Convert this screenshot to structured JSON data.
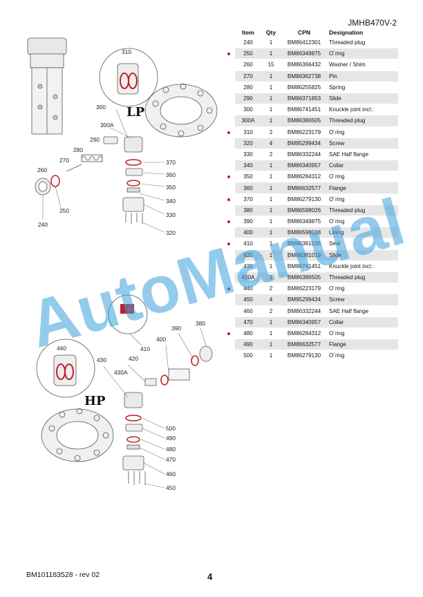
{
  "doc_id": "JMHB470V-2",
  "table": {
    "headers": [
      "Item",
      "Qty",
      "CPN",
      "Designation"
    ],
    "rows": [
      {
        "item": "240",
        "qty": "1",
        "cpn": "BM86412301",
        "designation": "Threaded plug",
        "marked": false
      },
      {
        "item": "250",
        "qty": "1",
        "cpn": "BM86349875",
        "designation": "O´ring",
        "marked": true
      },
      {
        "item": "260",
        "qty": "15",
        "cpn": "BM86366432",
        "designation": "Washer / Shim",
        "marked": false
      },
      {
        "item": "270",
        "qty": "1",
        "cpn": "BM86362738",
        "designation": "Pin",
        "marked": false
      },
      {
        "item": "280",
        "qty": "1",
        "cpn": "BM86255825",
        "designation": "Spring",
        "marked": false
      },
      {
        "item": "290",
        "qty": "1",
        "cpn": "BM86371853",
        "designation": "Slide",
        "marked": false
      },
      {
        "item": "300",
        "qty": "1",
        "cpn": "BM86741451",
        "designation": "Knuckle joint incl.:",
        "marked": false
      },
      {
        "item": "300A",
        "qty": "1",
        "cpn": "BM86386505",
        "designation": "Threaded plug",
        "marked": false
      },
      {
        "item": "310",
        "qty": "2",
        "cpn": "BM86223179",
        "designation": "O´ring",
        "marked": true
      },
      {
        "item": "320",
        "qty": "4",
        "cpn": "BM95299434",
        "designation": "Screw",
        "marked": false
      },
      {
        "item": "330",
        "qty": "2",
        "cpn": "BM86332244",
        "designation": "SAE Half flange",
        "marked": false
      },
      {
        "item": "340",
        "qty": "1",
        "cpn": "BM86340957",
        "designation": "Collar",
        "marked": false
      },
      {
        "item": "350",
        "qty": "1",
        "cpn": "BM86284312",
        "designation": "O´ring",
        "marked": true
      },
      {
        "item": "360",
        "qty": "1",
        "cpn": "BM86632577",
        "designation": "Flange",
        "marked": false
      },
      {
        "item": "370",
        "qty": "1",
        "cpn": "BM86279130",
        "designation": "O´ring",
        "marked": true
      },
      {
        "item": "380",
        "qty": "1",
        "cpn": "BM86598026",
        "designation": "Threaded plug",
        "marked": false
      },
      {
        "item": "390",
        "qty": "1",
        "cpn": "BM86349875",
        "designation": "O´ring",
        "marked": true
      },
      {
        "item": "400",
        "qty": "1",
        "cpn": "BM86598018",
        "designation": "Lining",
        "marked": false
      },
      {
        "item": "410",
        "qty": "1",
        "cpn": "BM86381035",
        "designation": "Seal",
        "marked": true
      },
      {
        "item": "420",
        "qty": "1",
        "cpn": "BM86381019",
        "designation": "Slide",
        "marked": false
      },
      {
        "item": "430",
        "qty": "1",
        "cpn": "BM86741451",
        "designation": "Knuckle joint incl.:",
        "marked": false
      },
      {
        "item": "430A",
        "qty": "1",
        "cpn": "BM86386505",
        "designation": "Threaded plug",
        "marked": false
      },
      {
        "item": "440",
        "qty": "2",
        "cpn": "BM86223179",
        "designation": "O´ring",
        "marked": true
      },
      {
        "item": "450",
        "qty": "4",
        "cpn": "BM95299434",
        "designation": "Screw",
        "marked": false
      },
      {
        "item": "460",
        "qty": "2",
        "cpn": "BM86332244",
        "designation": "SAE Half flange",
        "marked": false
      },
      {
        "item": "470",
        "qty": "1",
        "cpn": "BM86340957",
        "designation": "Collar",
        "marked": false
      },
      {
        "item": "480",
        "qty": "1",
        "cpn": "BM86284312",
        "designation": "O´ring",
        "marked": true
      },
      {
        "item": "490",
        "qty": "1",
        "cpn": "BM86632577",
        "designation": "Flange",
        "marked": false
      },
      {
        "item": "500",
        "qty": "1",
        "cpn": "BM86279130",
        "designation": "O´ring",
        "marked": false
      }
    ]
  },
  "drawing": {
    "lp_label": "LP",
    "hp_label": "HP",
    "callouts_lp": [
      "310",
      "300",
      "300A",
      "290",
      "280",
      "270",
      "260",
      "250",
      "240",
      "370",
      "360",
      "350",
      "340",
      "330",
      "320"
    ],
    "callouts_hp": [
      "440",
      "430",
      "430A",
      "420",
      "410",
      "400",
      "390",
      "380",
      "500",
      "490",
      "480",
      "470",
      "460",
      "450"
    ]
  },
  "watermark": "AutoManual",
  "footer": {
    "doc_ref": "BM101183528 - rev 02",
    "page": "4"
  },
  "colors": {
    "accent_red": "#c0202a",
    "row_shade": "#e6e6e6",
    "watermark": "#3ca0dc"
  }
}
